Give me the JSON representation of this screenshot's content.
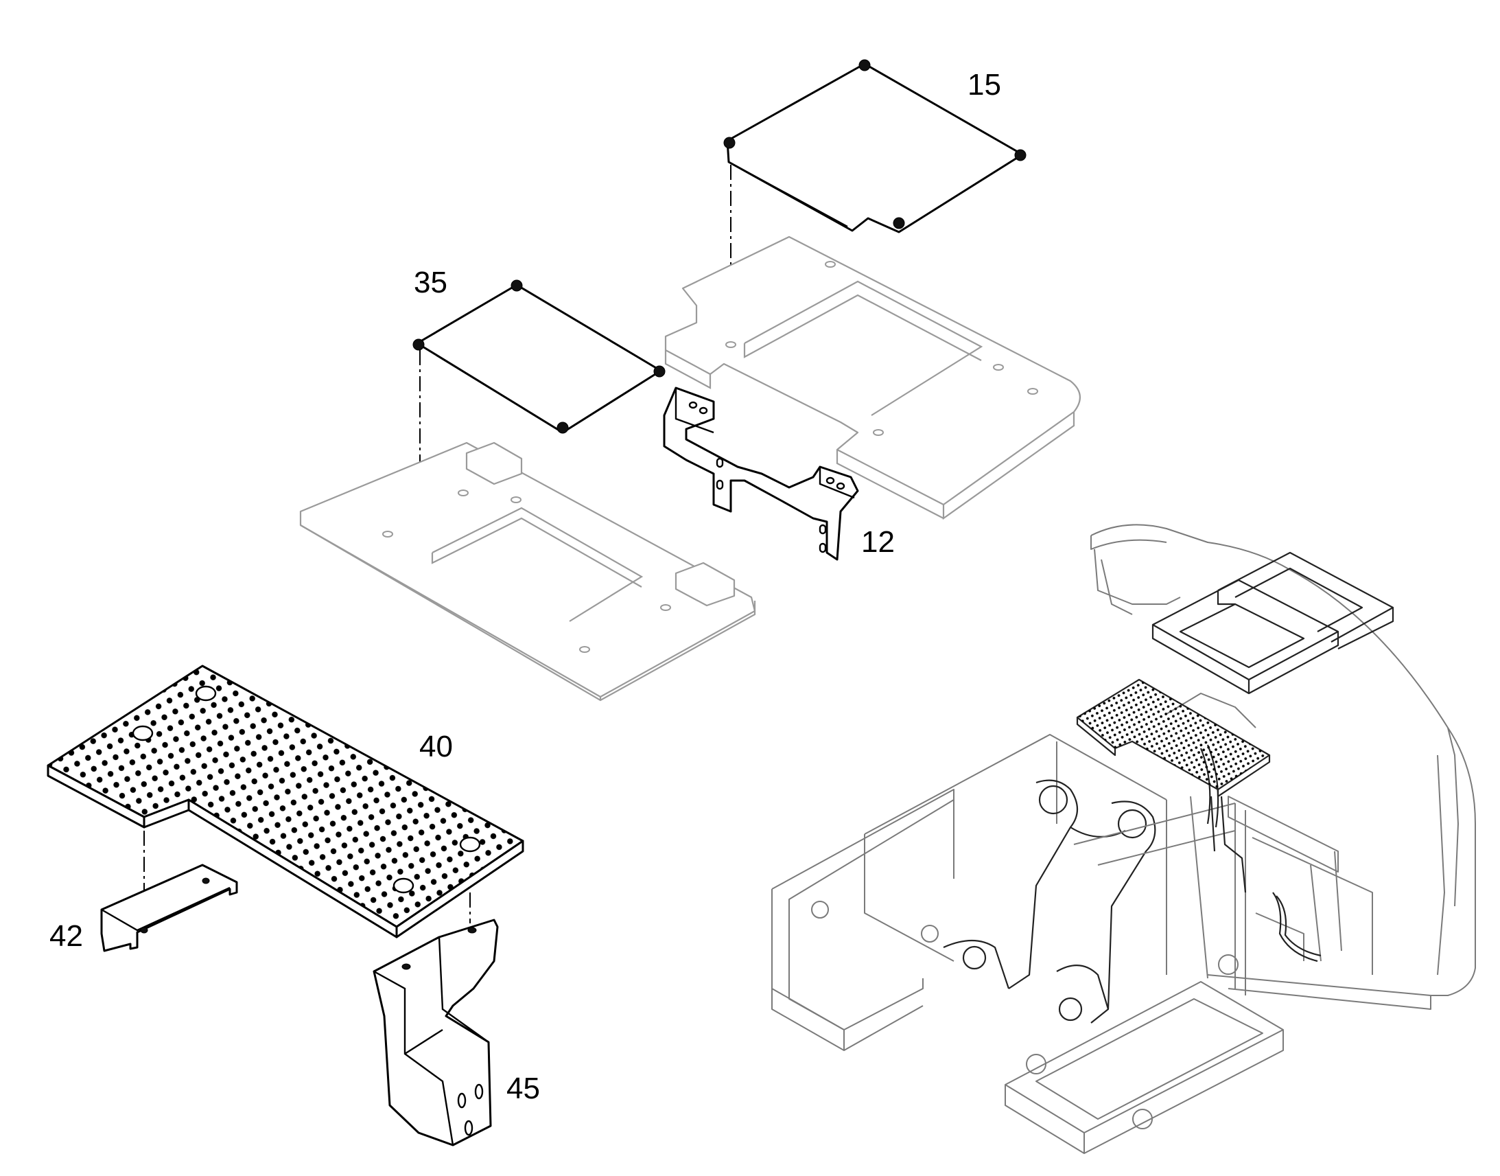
{
  "diagram": {
    "callouts": [
      {
        "id": "15",
        "text": "15"
      },
      {
        "id": "35",
        "text": "35"
      },
      {
        "id": "12",
        "text": "12"
      },
      {
        "id": "40",
        "text": "40"
      },
      {
        "id": "42",
        "text": "42"
      },
      {
        "id": "45",
        "text": "45"
      }
    ],
    "colors": {
      "part_outline": "#000000",
      "ghost_outline": "#9a9a9a",
      "machine_outline": "#7a7a7a",
      "background": "#ffffff"
    }
  }
}
